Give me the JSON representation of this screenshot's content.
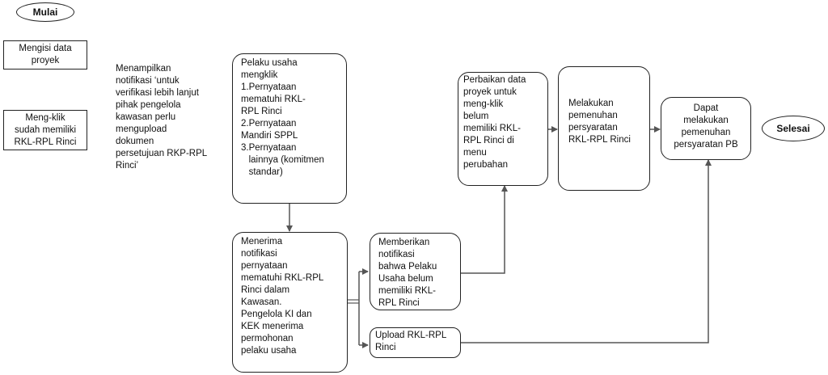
{
  "nodes": {
    "start": {
      "label": "Mulai"
    },
    "isi_data": {
      "lines": [
        "Mengisi data",
        "proyek"
      ]
    },
    "klik_sudah": {
      "lines": [
        "Meng-klik",
        "sudah memiliki",
        "RKL-RPL Rinci"
      ]
    },
    "notifikasi_text": {
      "lines": [
        "Menampilkan",
        "notifikasi ‘untuk",
        "verifikasi lebih lanjut",
        "pihak pengelola",
        "kawasan perlu",
        "mengupload",
        "dokumen",
        "persetujuan RKP-RPL",
        "Rinci’"
      ]
    },
    "pelaku_klik": {
      "lines": [
        "Pelaku usaha",
        "mengklik",
        "1.Pernyataan",
        "mematuhi RKL-",
        "RPL Rinci",
        "2.Pernyataan",
        "Mandiri SPPL",
        "3.Pernyataan",
        "   lainnya (komitmen",
        "   standar)"
      ]
    },
    "menerima": {
      "lines": [
        "Menerima",
        "notifikasi",
        "pernyataan",
        "mematuhi RKL-RPL",
        "Rinci dalam",
        "Kawasan.",
        "Pengelola KI dan",
        "KEK menerima",
        "permohonan",
        "pelaku usaha"
      ]
    },
    "memberikan": {
      "lines": [
        "Memberikan",
        "notifikasi",
        "bahwa Pelaku",
        "Usaha belum",
        "memiliki RKL-",
        "RPL Rinci"
      ]
    },
    "upload": {
      "lines": [
        "Upload RKL-RPL",
        "Rinci"
      ]
    },
    "perbaikan": {
      "lines": [
        "Perbaikan data",
        "proyek untuk",
        "meng-klik",
        "belum",
        "memiliki RKL-",
        "RPL Rinci di",
        "menu",
        "perubahan"
      ]
    },
    "melakukan": {
      "lines": [
        "Melakukan",
        "pemenuhan",
        "persyaratan",
        "RKL-RPL Rinci"
      ]
    },
    "dapat": {
      "lines": [
        "Dapat",
        "melakukan",
        "pemenuhan",
        "persyaratan PB"
      ]
    },
    "end": {
      "label": "Selesai"
    }
  },
  "colors": {
    "stroke": "#222222",
    "arrow": "#555555",
    "text": "#111111"
  }
}
